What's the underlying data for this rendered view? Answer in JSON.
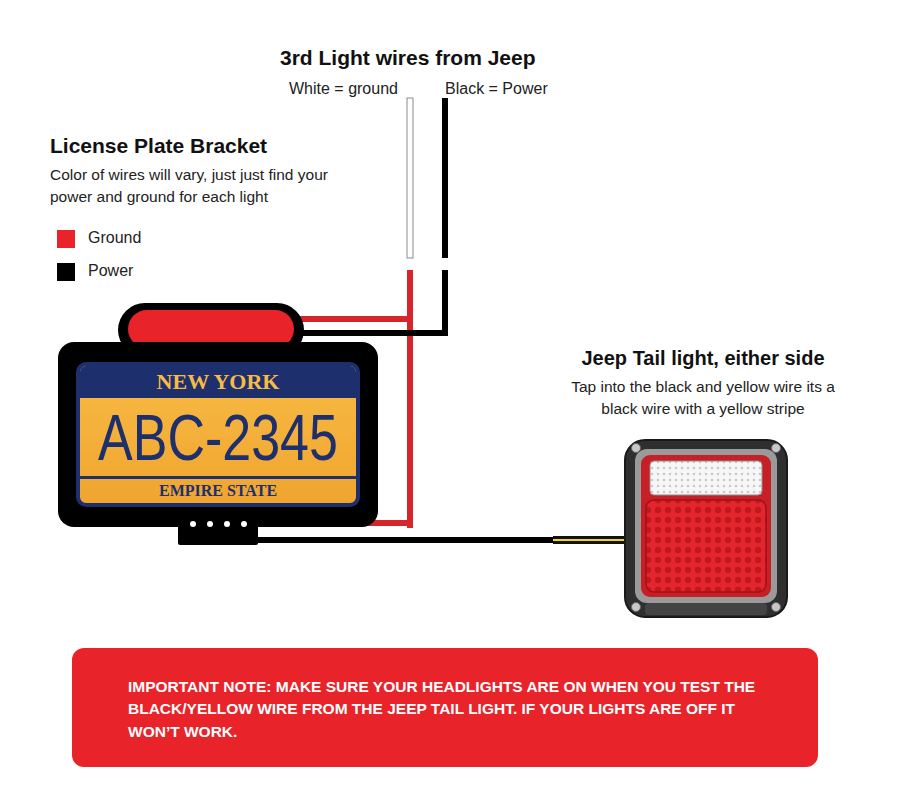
{
  "diagram": {
    "nodes": [
      {
        "text": [
          "NEW YORK",
          "ABC-2345",
          "EMPIRE STATE"
        ]
      },
      {
        "text": [
          "Jeep Tail light, either side",
          "Tap into the black and yellow wire its a black wire with a yellow stripe"
        ]
      },
      {
        "text": [
          "IMPORTANT NOTE: MAKE SURE YOUR HEADLIGHTS ARE ON WHEN YOU TEST THE BLACK/YELLOW WIRE FROM THE JEEP TAIL LIGHT. IF YOUR LIGHTS ARE OFF IT WON’T WORK."
        ]
      }
    ],
    "edges": [
      {
        "from": 0,
        "to": 1,
        "arrow": "none"
      }
    ],
    "labels": [
      "3rd Light wires from Jeep",
      "White = ground",
      "Black = Power",
      "License Plate Bracket",
      "Color of wires will vary, just just find your power and ground for each light"
    ],
    "legend": [
      {
        "text": "Ground",
        "color": "#e8232a"
      },
      {
        "text": "Power",
        "color": "#000000"
      }
    ]
  }
}
